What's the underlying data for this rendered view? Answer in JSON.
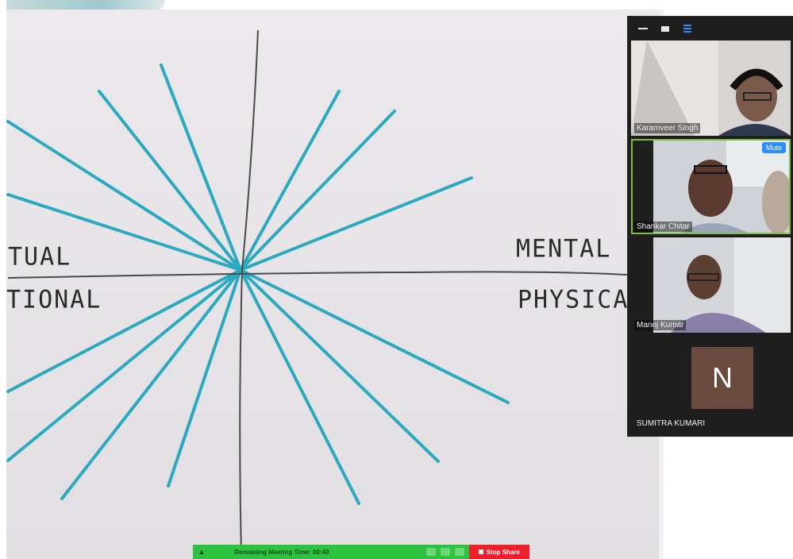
{
  "whiteboard": {
    "labels": {
      "top_left": "TUAL",
      "bottom_left": "TIONAL",
      "top_right": "MENTAL",
      "bottom_right": "PHYSICA"
    },
    "ray_color": "#2ba9bf",
    "axis_color": "#4a4a4a"
  },
  "gallery": {
    "participants": [
      {
        "name": "Karamveer Singh",
        "has_video": true
      },
      {
        "name": "Shankar Chitar",
        "has_video": true,
        "active_speaker": true,
        "mute_label": "Mute"
      },
      {
        "name": "Manoj Kumar",
        "has_video": true
      },
      {
        "name": "SUMITRA KUMARI",
        "has_video": false,
        "initial": "N"
      }
    ],
    "accent_color": "#2d8cff"
  },
  "share_toolbar": {
    "timer_text": "Remaining Meeting Time: 00:40",
    "stop_label": "Stop Share",
    "bar_color": "#2fc23f",
    "stop_color": "#ec1f2a"
  }
}
